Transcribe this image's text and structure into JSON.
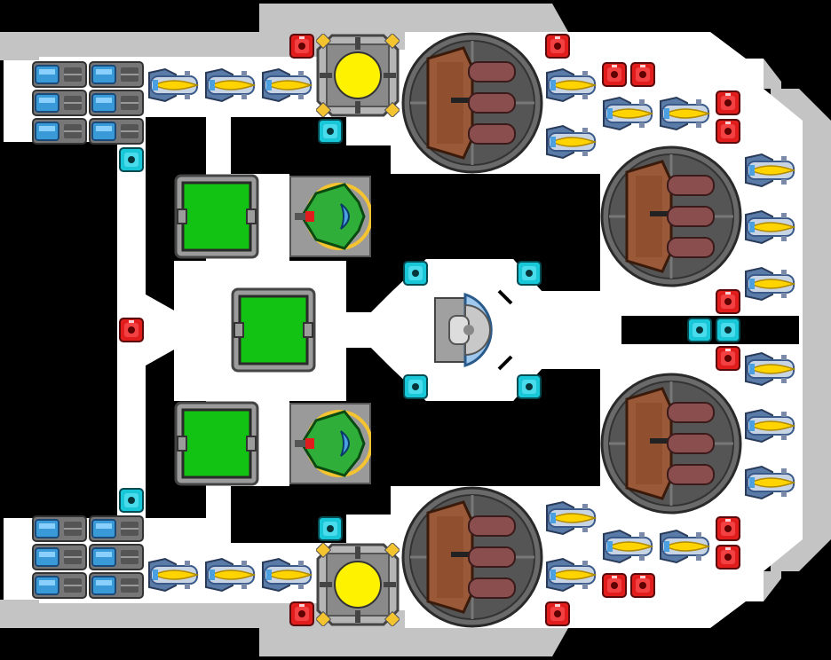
{
  "scene": {
    "view": "ship-layout-editor",
    "mirror": "horizontal-symmetric"
  },
  "colors": {
    "background": "#000000",
    "floor": "#ffffff",
    "hull": "#c4c4c4",
    "hull_dark": "#9a9a9a",
    "block_fill": "#13c313",
    "block_frame": "#9c9c9c",
    "reactor_core": "#fff200",
    "turret_wood": "#9a5a3a",
    "turret_barrel": "#8a4e4e",
    "red_node": "#e01c1c",
    "cyan_node": "#18c8d8",
    "engine_blue": "#3a9ad8",
    "fighter_green": "#2fae3a",
    "thruster_yellow": "#ffd400",
    "thruster_blue": "#4aa0e0"
  },
  "icons": {
    "thruster": "thruster-icon",
    "turret": "cannon-turret-icon",
    "reactor": "reactor-icon",
    "engine": "engine-block-icon",
    "armor": "armor-block-icon",
    "fighter": "fighter-icon",
    "cockpit": "command-module-icon",
    "red_node": "red-connector-icon",
    "cyan_node": "cyan-connector-icon"
  },
  "counts": {
    "turrets": 4,
    "reactors": 2,
    "armor_blocks": 3,
    "fighters": 2,
    "cockpits": 1
  }
}
